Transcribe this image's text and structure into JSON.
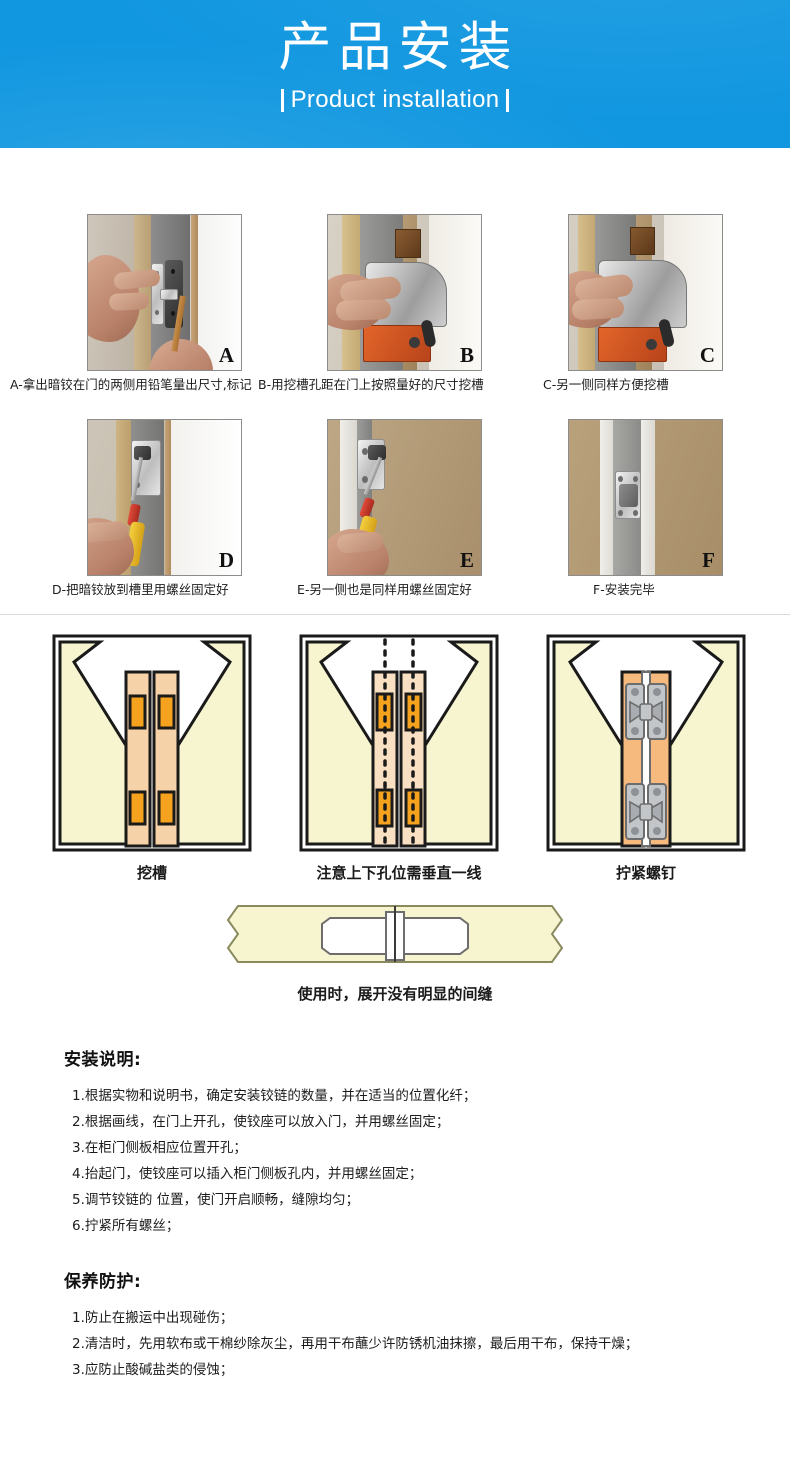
{
  "header": {
    "title_cn": "产品安装",
    "title_en": "Product installation",
    "bg_color": "#1197e0",
    "text_color": "#ffffff"
  },
  "photos": {
    "row1": [
      {
        "tag": "A",
        "caption": "A-拿出暗铰在门的两侧用铅笔量出尺寸,标记"
      },
      {
        "tag": "B",
        "caption": "B-用挖槽孔距在门上按照量好的尺寸挖槽"
      },
      {
        "tag": "C",
        "caption": "C-另一侧同样方便挖槽"
      }
    ],
    "row2": [
      {
        "tag": "D",
        "caption": "D-把暗铰放到槽里用螺丝固定好"
      },
      {
        "tag": "E",
        "caption": "E-另一侧也是同样用螺丝固定好"
      },
      {
        "tag": "F",
        "caption": "F-安装完毕"
      }
    ]
  },
  "diagrams": {
    "items": [
      {
        "label": "挖槽",
        "kind": "slots"
      },
      {
        "label": "注意上下孔位需垂直一线",
        "kind": "alignment"
      },
      {
        "label": "拧紧螺钉",
        "kind": "hinges"
      }
    ],
    "cross_section": {
      "label": "使用时，展开没有明显的间缝",
      "kind": "folded-cross-section"
    },
    "colors": {
      "panel": "#f7f5cf",
      "edge": "#f6d2a8",
      "slot": "#f5a21e",
      "outline": "#1a1a1a",
      "metal": "#b9bcbf"
    }
  },
  "instructions": {
    "heading": "安装说明:",
    "items": [
      "1.根据实物和说明书，确定安装铰链的数量，并在适当的位置化纤；",
      "2.根据画线，在门上开孔，使铰座可以放入门，并用螺丝固定；",
      "3.在柜门侧板相应位置开孔；",
      "4.抬起门，使铰座可以插入柜门侧板孔内，并用螺丝固定；",
      "5.调节铰链的 位置，使门开启顺畅，缝隙均匀；",
      "6.拧紧所有螺丝；"
    ]
  },
  "maintenance": {
    "heading": "保养防护:",
    "items": [
      "1.防止在搬运中出现碰伤；",
      "2.清洁时，先用软布或干棉纱除灰尘，再用干布蘸少许防锈机油抹擦，最后用干布，保持干燥；",
      "3.应防止酸碱盐类的侵蚀；"
    ]
  }
}
